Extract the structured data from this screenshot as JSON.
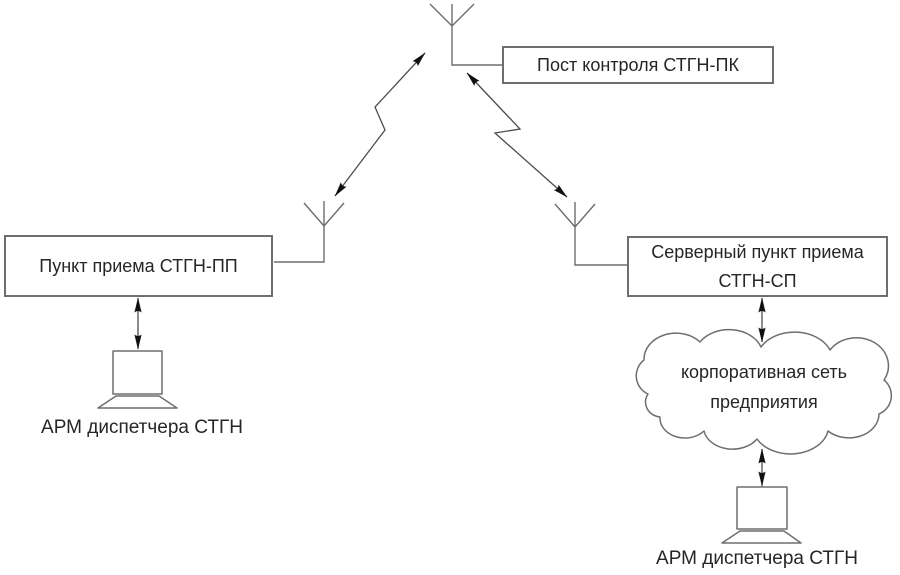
{
  "diagram": {
    "control_post": {
      "label": "Пост контроля СТГН-ПК"
    },
    "reception_point": {
      "label": "Пункт приема СТГН-ПП"
    },
    "server_reception_point": {
      "line1": "Серверный пункт приема",
      "line2": "СТГН-СП"
    },
    "corporate_network": {
      "line1": "корпоративная сеть",
      "line2": "предприятия"
    },
    "left_workstation": {
      "label": "АРМ диспетчера СТГН"
    },
    "right_workstation": {
      "label": "АРМ диспетчера СТГН"
    },
    "icons": {
      "antennas": [
        "antenna-icon-top",
        "antenna-icon-left",
        "antenna-icon-right"
      ],
      "links": [
        "radio-link-zigzag-arrow-left",
        "radio-link-zigzag-arrow-right"
      ],
      "wired_links": [
        "double-arrow-left-workstation",
        "double-arrow-box-to-cloud",
        "double-arrow-cloud-to-workstation"
      ],
      "workstations": [
        "workstation-icon-left",
        "workstation-icon-right"
      ],
      "cloud": "network-cloud-icon"
    },
    "colors": {
      "line": "#6e6e6e",
      "text": "#262626",
      "arrowhead": "#111111",
      "background": "#ffffff"
    }
  }
}
